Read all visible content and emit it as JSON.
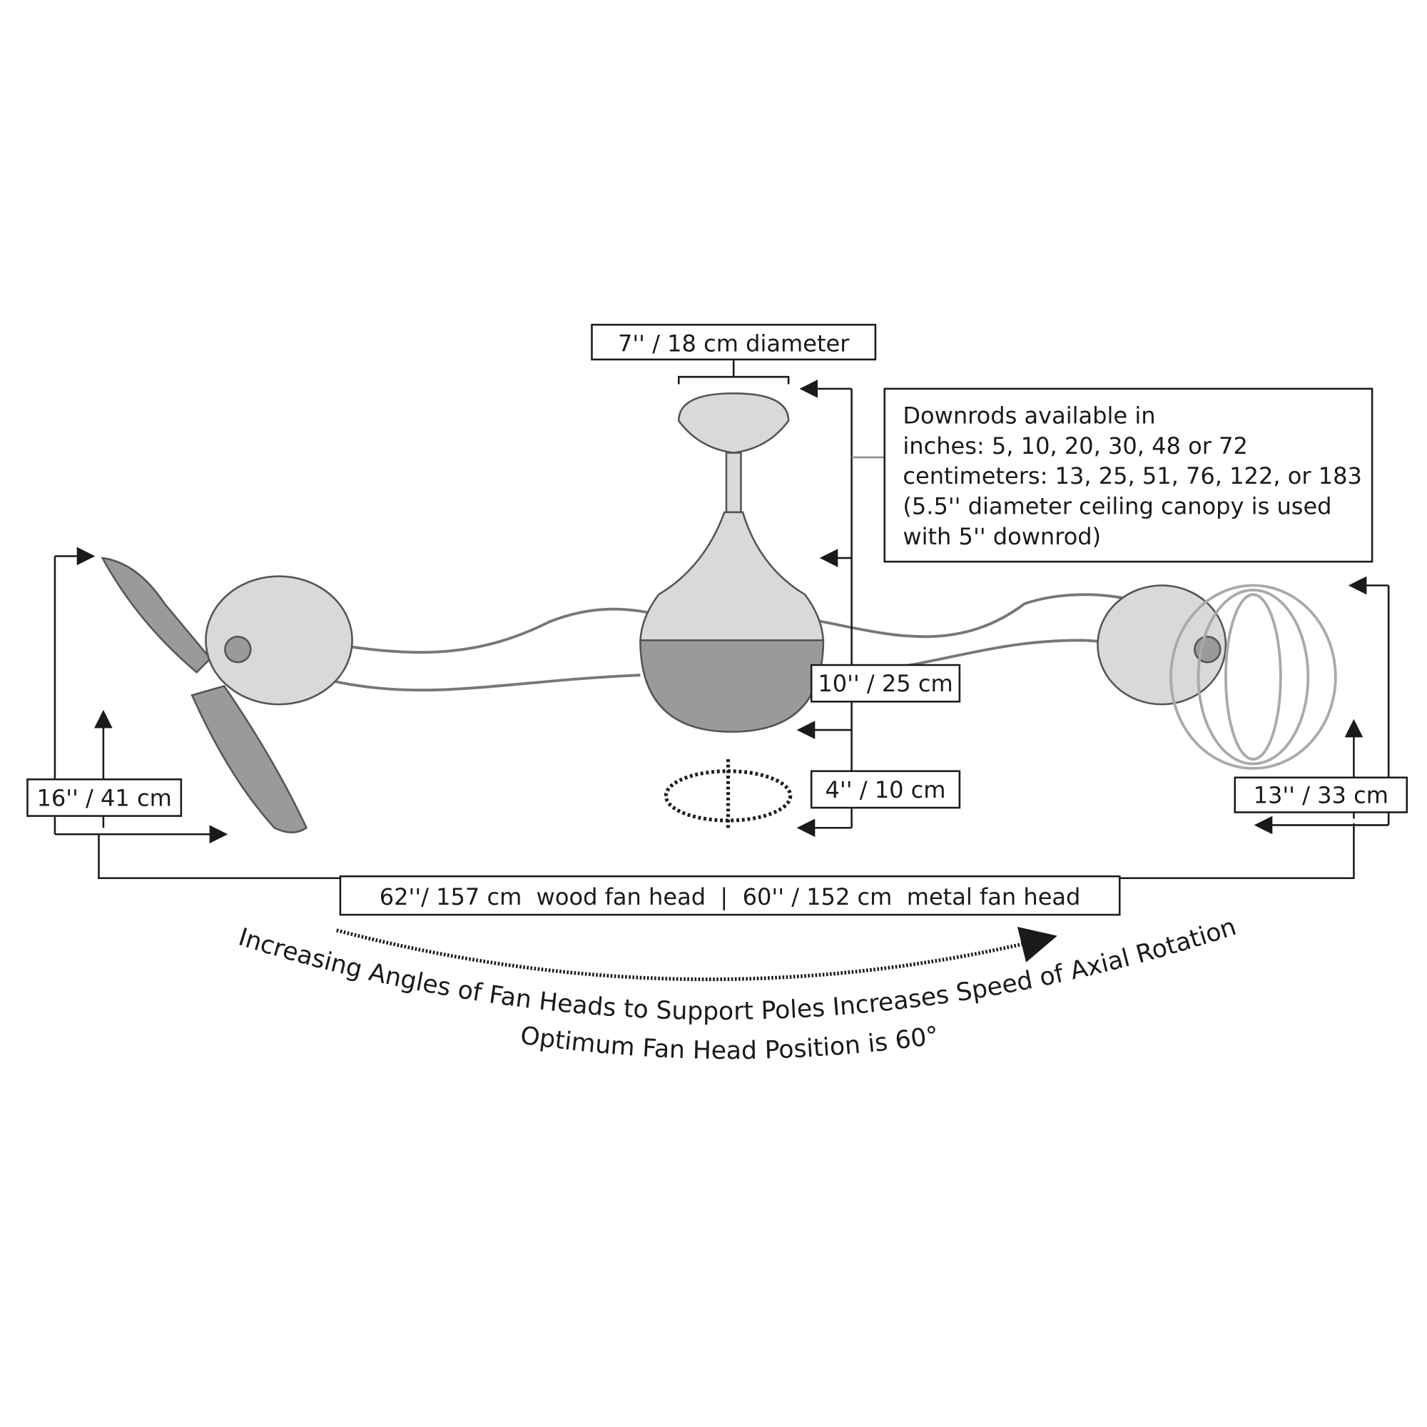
{
  "labels": {
    "canopy_diameter": "7'' / 18 cm diameter",
    "downrods_lines": [
      "Downrods available in",
      "inches: 5, 10, 20, 30, 48 or 72",
      "centimeters: 13, 25, 51, 76, 122, or 183",
      "(5.5'' diameter ceiling canopy is used",
      "with 5'' downrod)"
    ],
    "height_body": "10'' / 25 cm",
    "height_light": "4'' / 10 cm",
    "left_head_height": "16'' / 41 cm",
    "right_head_height": "13'' / 33 cm",
    "total_span": "62''/ 157 cm  wood fan head  |  60'' / 152 cm  metal fan head",
    "curve_caption": "Increasing Angles of Fan Heads to Support Poles Increases Speed of Axial Rotation",
    "optimum_caption": "Optimum Fan Head Position is 60°"
  },
  "colors": {
    "line": "#1a1a1a",
    "metal": "#d9d9d9",
    "shade": "#9a9a9a"
  }
}
